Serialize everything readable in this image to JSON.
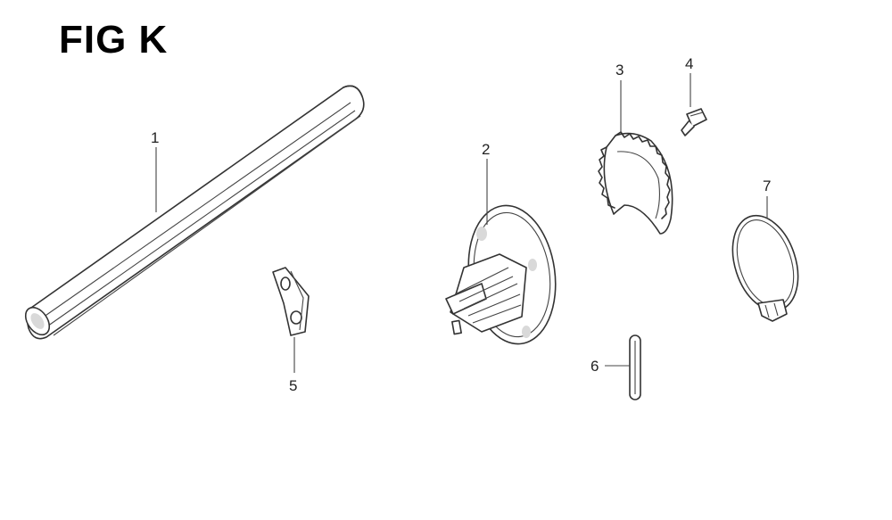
{
  "figure": {
    "title": "FIG K"
  },
  "callouts": [
    {
      "id": "1",
      "label": "1"
    },
    {
      "id": "2",
      "label": "2"
    },
    {
      "id": "3",
      "label": "3"
    },
    {
      "id": "4",
      "label": "4"
    },
    {
      "id": "5",
      "label": "5"
    },
    {
      "id": "6",
      "label": "6"
    },
    {
      "id": "7",
      "label": "7"
    }
  ],
  "colors": {
    "line": "#333333",
    "shade": "#d9d9d9",
    "background": "#ffffff"
  }
}
